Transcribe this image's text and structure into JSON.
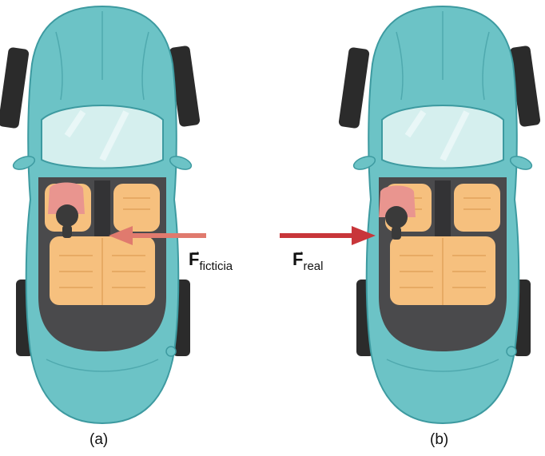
{
  "panels": [
    {
      "caption": "(a)"
    },
    {
      "caption": "(b)"
    }
  ],
  "forces": {
    "fictitious": {
      "symbol": "F",
      "subscript": "ficticia",
      "color": "#e07a6e"
    },
    "real": {
      "symbol": "F",
      "subscript": "real",
      "color": "#c8363a"
    }
  },
  "colors": {
    "car_body": "#6cc3c6",
    "car_edge": "#3d9aa0",
    "windshield": "#d5efee",
    "interior": "#4a4a4c",
    "seat": "#f6c07e",
    "driver_shirt": "#e9958f",
    "tire": "#2b2b2b"
  }
}
